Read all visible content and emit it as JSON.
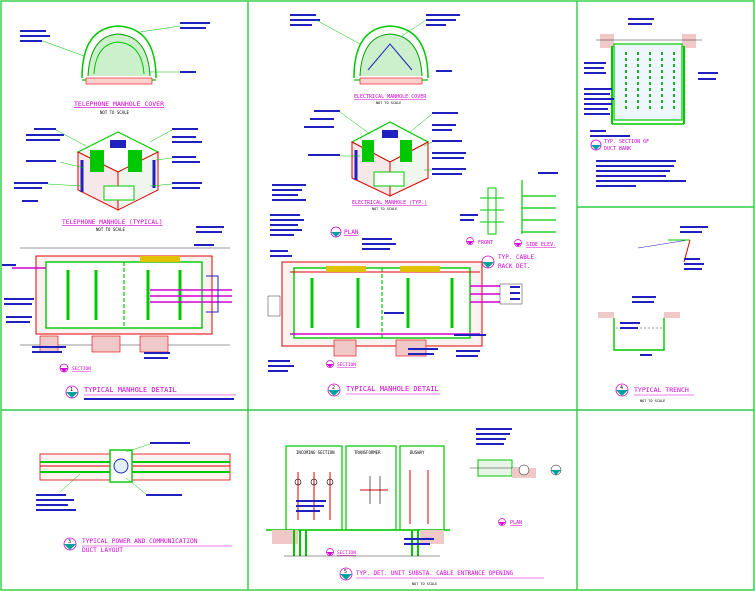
{
  "colors": {
    "frame": "#2ecc40",
    "green": "#00c800",
    "yellow": "#e0c000",
    "magenta": "#d400d4",
    "red": "#e00000",
    "blue": "#2020c0",
    "cyan": "#00a0a0",
    "pink": "#f0b0b0",
    "text": "#000000"
  },
  "sheet": {
    "tel_cover_title": "TELEPHONE MANHOLE COVER",
    "tel_cover_sub": "NOT TO SCALE",
    "tel_manhole_title": "TELEPHONE MANHOLE (TYPICAL)",
    "tel_manhole_sub": "NOT TO SCALE",
    "elec_cover_title": "ELECTRICAL MANHOLE COVER",
    "elec_cover_sub": "NOT TO SCALE",
    "elec_manhole_title": "ELECTRICAL MANHOLE (TYP.)",
    "elec_manhole_sub": "NOT TO SCALE",
    "duct_bank_title": "TYP. SECTION OF",
    "duct_bank_title2": "DUCT BANK",
    "front_label": "FRONT",
    "side_label": "SIDE ELEV.",
    "cable_rack_title": "TYP. CABLE",
    "cable_rack_title2": "RACK DET.",
    "plan_label": "PLAN",
    "section_label": "SECTION",
    "typ_manhole_detail": "TYPICAL MANHOLE DETAIL",
    "typ_manhole_detail_num": "1",
    "typ_manhole_detail2": "TYPICAL MANHOLE DETAIL",
    "typ_manhole_detail2_num": "2",
    "typ_trench": "TYPICAL TRENCH",
    "typ_trench_sub": "NOT TO SCALE",
    "trench_num": "4",
    "duct_layout_title": "TYPICAL POWER AND COMMUNICATION",
    "duct_layout_title2": "DUCT LAYOUT",
    "duct_layout_num": "3",
    "substa_title": "TYP. DET. UNIT SUBSTA. CABLE ENTRANCE OPENING",
    "substa_sub": "NOT TO SCALE",
    "substa_num": "5",
    "substa_plan": "PLAN",
    "substa_section": "SECTION",
    "incoming_section": "INCOMING SECTION",
    "transformer": "TRANSFORMER",
    "busway": "BUSWAY"
  }
}
